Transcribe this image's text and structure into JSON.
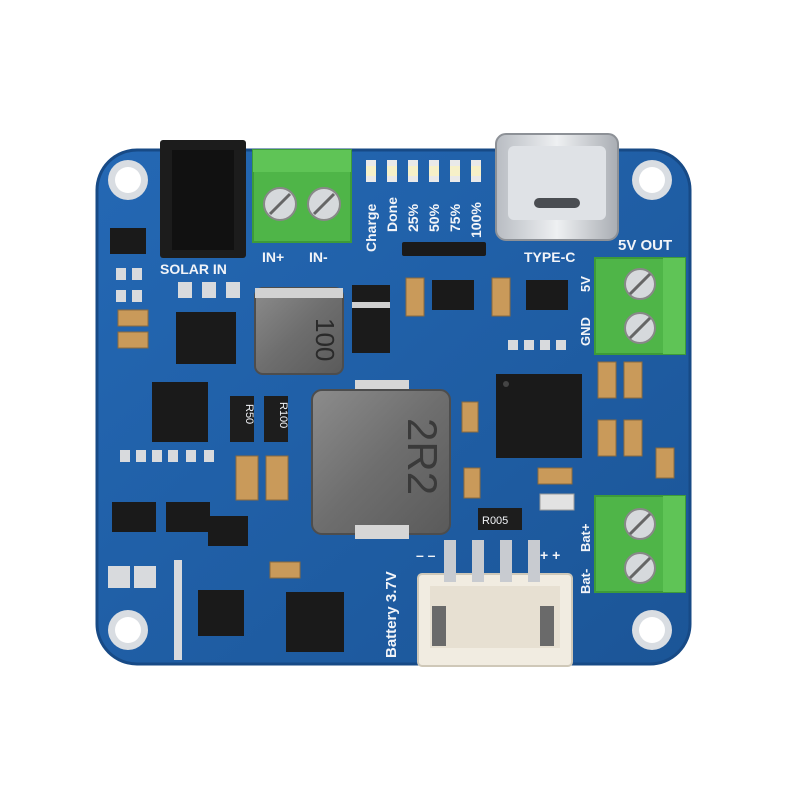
{
  "board": {
    "solar_in": "SOLAR IN",
    "in_plus": "IN+",
    "in_minus": "IN-",
    "charge": "Charge",
    "done": "Done",
    "pct_25": "25%",
    "pct_50": "50%",
    "pct_75": "75%",
    "pct_100": "100%",
    "type_c": "TYPE-C",
    "out_5v": "5V OUT",
    "pin_5v": "5V",
    "pin_gnd": "GND",
    "battery": "Battery 3.7V",
    "bat_minus_label": "Bat-",
    "bat_plus_label": "Bat+",
    "batt_minus_marks": "– –",
    "batt_plus_marks": "+ +",
    "inductor_small": "100",
    "inductor_big": "2R2",
    "resistor_r50": "R50",
    "resistor_r100": "R100",
    "resistor_r005": "R005"
  },
  "colors": {
    "pcb": "#1f5ea6",
    "pcb_edge": "#174a86",
    "terminal_green": "#4fb548",
    "silkscreen": "#f2f4f8",
    "connector_cream": "#f1ece1"
  }
}
